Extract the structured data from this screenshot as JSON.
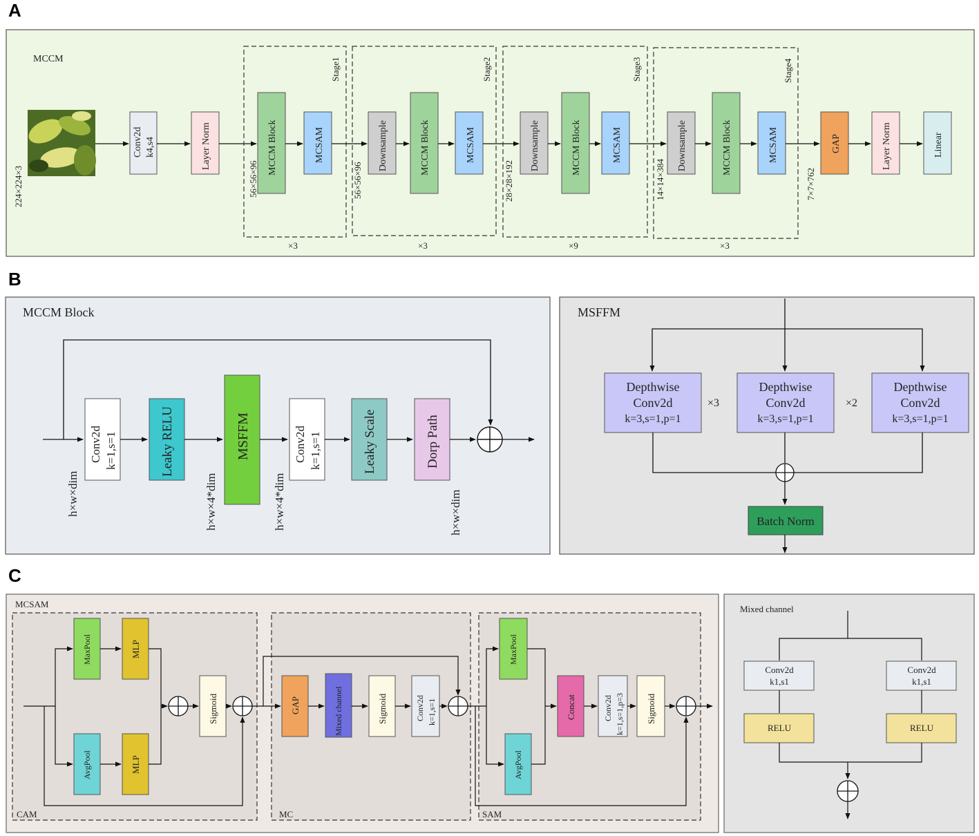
{
  "panel_letters": {
    "a": "A",
    "b": "B",
    "c": "C"
  },
  "colors": {
    "panel_a_bg": "#eef6e4",
    "panel_b_left_bg": "#e9edf1",
    "panel_gray_bg": "#e4e4e4",
    "panel_c_bg": "#efe9e6",
    "conv_box": "#e9edf2",
    "layer_norm": "#fbe1e1",
    "mccm_block": "#9fd39c",
    "mcsam": "#a8d3fb",
    "downsample": "#cfcfcf",
    "gap": "#f0a35c",
    "linear": "#d8eeee",
    "leaky_relu": "#3ec7cd",
    "msffm": "#74cf3e",
    "leaky_scale": "#8ecac5",
    "drop_path": "#e8c8e8",
    "depthwise": "#c9c7f7",
    "batch_norm": "#2e9e5b",
    "maxpool": "#8edb5f",
    "avgpool": "#6fd4d6",
    "mlp": "#e1c22f",
    "sigmoid": "#fdf9e5",
    "mixed_channel": "#6f6fe0",
    "concat": "#e56aa9",
    "relu": "#f3e29c"
  },
  "panel_a": {
    "title": "MCCM",
    "input_label": "224×224×3",
    "conv": "Conv2d",
    "conv_params": "k4,s4",
    "layer_norm": "Layer Norm",
    "mccm_block": "MCCM Block",
    "mcsam": "MCSAM",
    "downsample": "Downsample",
    "gap": "GAP",
    "layer_norm2": "Layer Norm",
    "linear": "Linear",
    "stages": [
      {
        "name": "Stage1",
        "size": "56×56×96",
        "repeat": "×3"
      },
      {
        "name": "Stage2",
        "size": "56×56×96",
        "repeat": "×3"
      },
      {
        "name": "Stage3",
        "size": "28×28×192",
        "repeat": "×9"
      },
      {
        "name": "Stage4",
        "size": "14×14×384",
        "repeat": "×3"
      }
    ],
    "output_size": "7×7×762"
  },
  "panel_b": {
    "left_title": "MCCM Block",
    "conv1": "Conv2d",
    "conv1_params": "k=1,s=1",
    "leaky_relu": "Leaky RELU",
    "msffm": "MSFFM",
    "conv2": "Conv2d",
    "conv2_params": "k=1,s=1",
    "leaky_scale": "Leaky Scale",
    "drop_path": "Dorp Path",
    "dim_in": "h×w×dim",
    "dim_mid1": "h×w×4*dim",
    "dim_mid2": "h×w×4*dim",
    "dim_out": "h×w×dim",
    "right_title": "MSFFM",
    "depthwise_line1": "Depthwise",
    "depthwise_line2": "Conv2d",
    "depthwise_line3": "k=3,s=1,p=1",
    "rep1": "×3",
    "rep2": "×2",
    "batch_norm": "Batch Norm"
  },
  "panel_c": {
    "title": "MCSAM",
    "cam": "CAM",
    "mc": "MC",
    "sam": "SAM",
    "maxpool": "MaxPool",
    "avgpool": "AvgPool",
    "mlp": "MLP",
    "sigmoid": "Sigmoid",
    "gap": "GAP",
    "mixed_channel": "Mixed channel",
    "conv": "Conv2d",
    "conv_params": "k=1,s=1",
    "concat": "Concat",
    "conv_sam": "Conv2d",
    "conv_sam_params": "k=1,s=1,p=3",
    "right_title": "Mixed channel",
    "right_conv": "Conv2d",
    "right_conv_params": "k1,s1",
    "relu": "RELU"
  }
}
